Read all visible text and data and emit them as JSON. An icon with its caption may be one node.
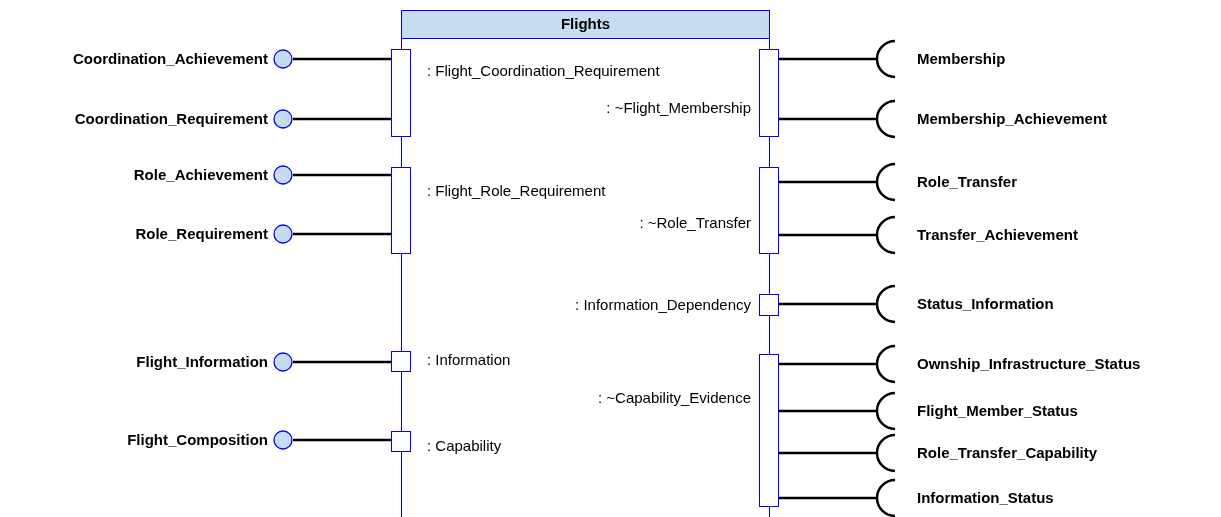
{
  "diagram": {
    "nodes": [
      {
        "text": [
          "Flights"
        ]
      },
      {
        "text": [],
        "shape": "box",
        "in": 0,
        "beside": [
          ": Flight_Coordination_Requirement"
        ]
      },
      {
        "text": [],
        "shape": "box",
        "in": 0,
        "beside": [
          ": Flight_Role_Requirement"
        ]
      },
      {
        "text": [],
        "shape": "box",
        "in": 0,
        "beside": [
          ": Information"
        ]
      },
      {
        "text": [],
        "shape": "box",
        "in": 0,
        "beside": [
          ": Capability"
        ]
      },
      {
        "text": [],
        "shape": "box",
        "in": 0,
        "beside": [
          ": ~Flight_Membership"
        ]
      },
      {
        "text": [],
        "shape": "box",
        "in": 0,
        "beside": [
          ": ~Role_Transfer"
        ]
      },
      {
        "text": [],
        "shape": "box",
        "in": 0,
        "beside": [
          ": Information_Dependency"
        ]
      },
      {
        "text": [],
        "shape": "box",
        "in": 0,
        "beside": [
          ": ~Capability_Evidence"
        ]
      },
      {
        "text": [],
        "shape": "circle",
        "beside": [
          "Coordination_Achievement"
        ]
      },
      {
        "text": [],
        "shape": "circle",
        "beside": [
          "Coordination_Requirement"
        ]
      },
      {
        "text": [],
        "shape": "circle",
        "beside": [
          "Role_Achievement"
        ]
      },
      {
        "text": [],
        "shape": "circle",
        "beside": [
          "Role_Requirement"
        ]
      },
      {
        "text": [],
        "shape": "circle",
        "beside": [
          "Flight_Information"
        ]
      },
      {
        "text": [],
        "shape": "circle",
        "beside": [
          "Flight_Composition"
        ]
      },
      {
        "text": [],
        "shape": "arc",
        "beside": [
          "Membership"
        ]
      },
      {
        "text": [],
        "shape": "arc",
        "beside": [
          "Membership_Achievement"
        ]
      },
      {
        "text": [],
        "shape": "arc",
        "beside": [
          "Role_Transfer"
        ]
      },
      {
        "text": [],
        "shape": "arc",
        "beside": [
          "Transfer_Achievement"
        ]
      },
      {
        "text": [],
        "shape": "arc",
        "beside": [
          "Status_Information"
        ]
      },
      {
        "text": [],
        "shape": "arc",
        "beside": [
          "Ownship_Infrastructure_Status"
        ]
      },
      {
        "text": [],
        "shape": "arc",
        "beside": [
          "Flight_Member_Status"
        ]
      },
      {
        "text": [],
        "shape": "arc",
        "beside": [
          "Role_Transfer_Capability"
        ]
      },
      {
        "text": [],
        "shape": "arc",
        "beside": [
          "Information_Status"
        ]
      }
    ],
    "edges": [
      {
        "from": 1,
        "to": 9,
        "arrow": "none"
      },
      {
        "from": 1,
        "to": 10,
        "arrow": "none"
      },
      {
        "from": 2,
        "to": 11,
        "arrow": "none"
      },
      {
        "from": 2,
        "to": 12,
        "arrow": "none"
      },
      {
        "from": 3,
        "to": 13,
        "arrow": "none"
      },
      {
        "from": 4,
        "to": 14,
        "arrow": "none"
      },
      {
        "from": 5,
        "to": 15,
        "arrow": "none"
      },
      {
        "from": 5,
        "to": 16,
        "arrow": "none"
      },
      {
        "from": 6,
        "to": 17,
        "arrow": "none"
      },
      {
        "from": 6,
        "to": 18,
        "arrow": "none"
      },
      {
        "from": 7,
        "to": 19,
        "arrow": "none"
      },
      {
        "from": 8,
        "to": 20,
        "arrow": "none"
      },
      {
        "from": 8,
        "to": 21,
        "arrow": "none"
      },
      {
        "from": 8,
        "to": 22,
        "arrow": "none"
      },
      {
        "from": 8,
        "to": 23,
        "arrow": "none"
      }
    ]
  }
}
